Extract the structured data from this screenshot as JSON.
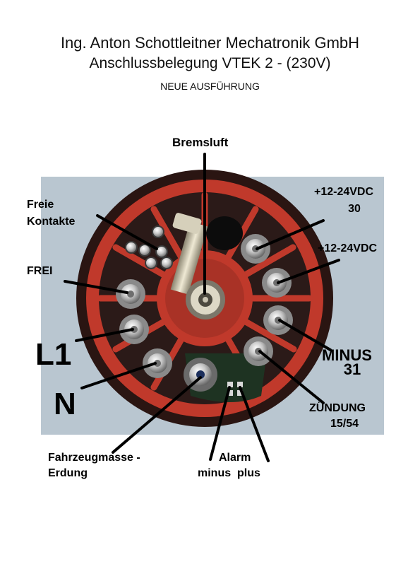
{
  "header": {
    "company": "Ing. Anton Schottleitner Mechatronik GmbH",
    "title": "Anschlussbelegung VTEK 2 - (230V)",
    "subtitle": "NEUE AUSFÜHRUNG"
  },
  "labels": {
    "bremsluft": "Bremsluft",
    "freie_kontakte_1": "Freie",
    "freie_kontakte_2": "Kontakte",
    "frei": "FREI",
    "l1": "L1",
    "n": "N",
    "plus30_1": "+12-24VDC",
    "plus30_2": "30",
    "plus": "+12-24VDC",
    "minus_1": "MINUS",
    "minus_2": "31",
    "zuendung_1": "ZÜNDUNG",
    "zuendung_2": "15/54",
    "fahrzeugmasse_1": "Fahrzeugmasse -",
    "fahrzeugmasse_2": "Erdung",
    "alarm": "Alarm",
    "alarm_minus_plus": "minus  plus"
  }
}
